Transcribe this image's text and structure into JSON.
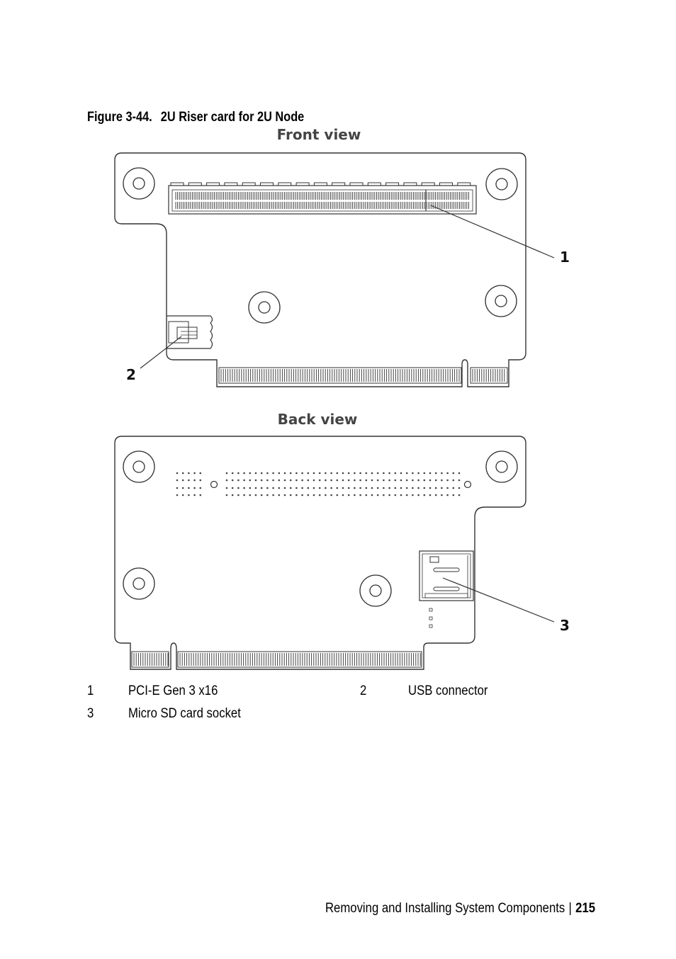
{
  "figure": {
    "number": "Figure 3-44.",
    "title": "2U Riser card for 2U Node",
    "front_view_label": "Front view",
    "back_view_label": "Back view",
    "callouts": [
      "1",
      "2",
      "3"
    ]
  },
  "legend": [
    {
      "num": "1",
      "label": "PCI-E Gen 3 x16"
    },
    {
      "num": "2",
      "label": "USB connector"
    },
    {
      "num": "3",
      "label": "Micro SD card socket"
    }
  ],
  "footer": {
    "section": "Removing and Installing System Components",
    "separator": "|",
    "page": "215"
  }
}
